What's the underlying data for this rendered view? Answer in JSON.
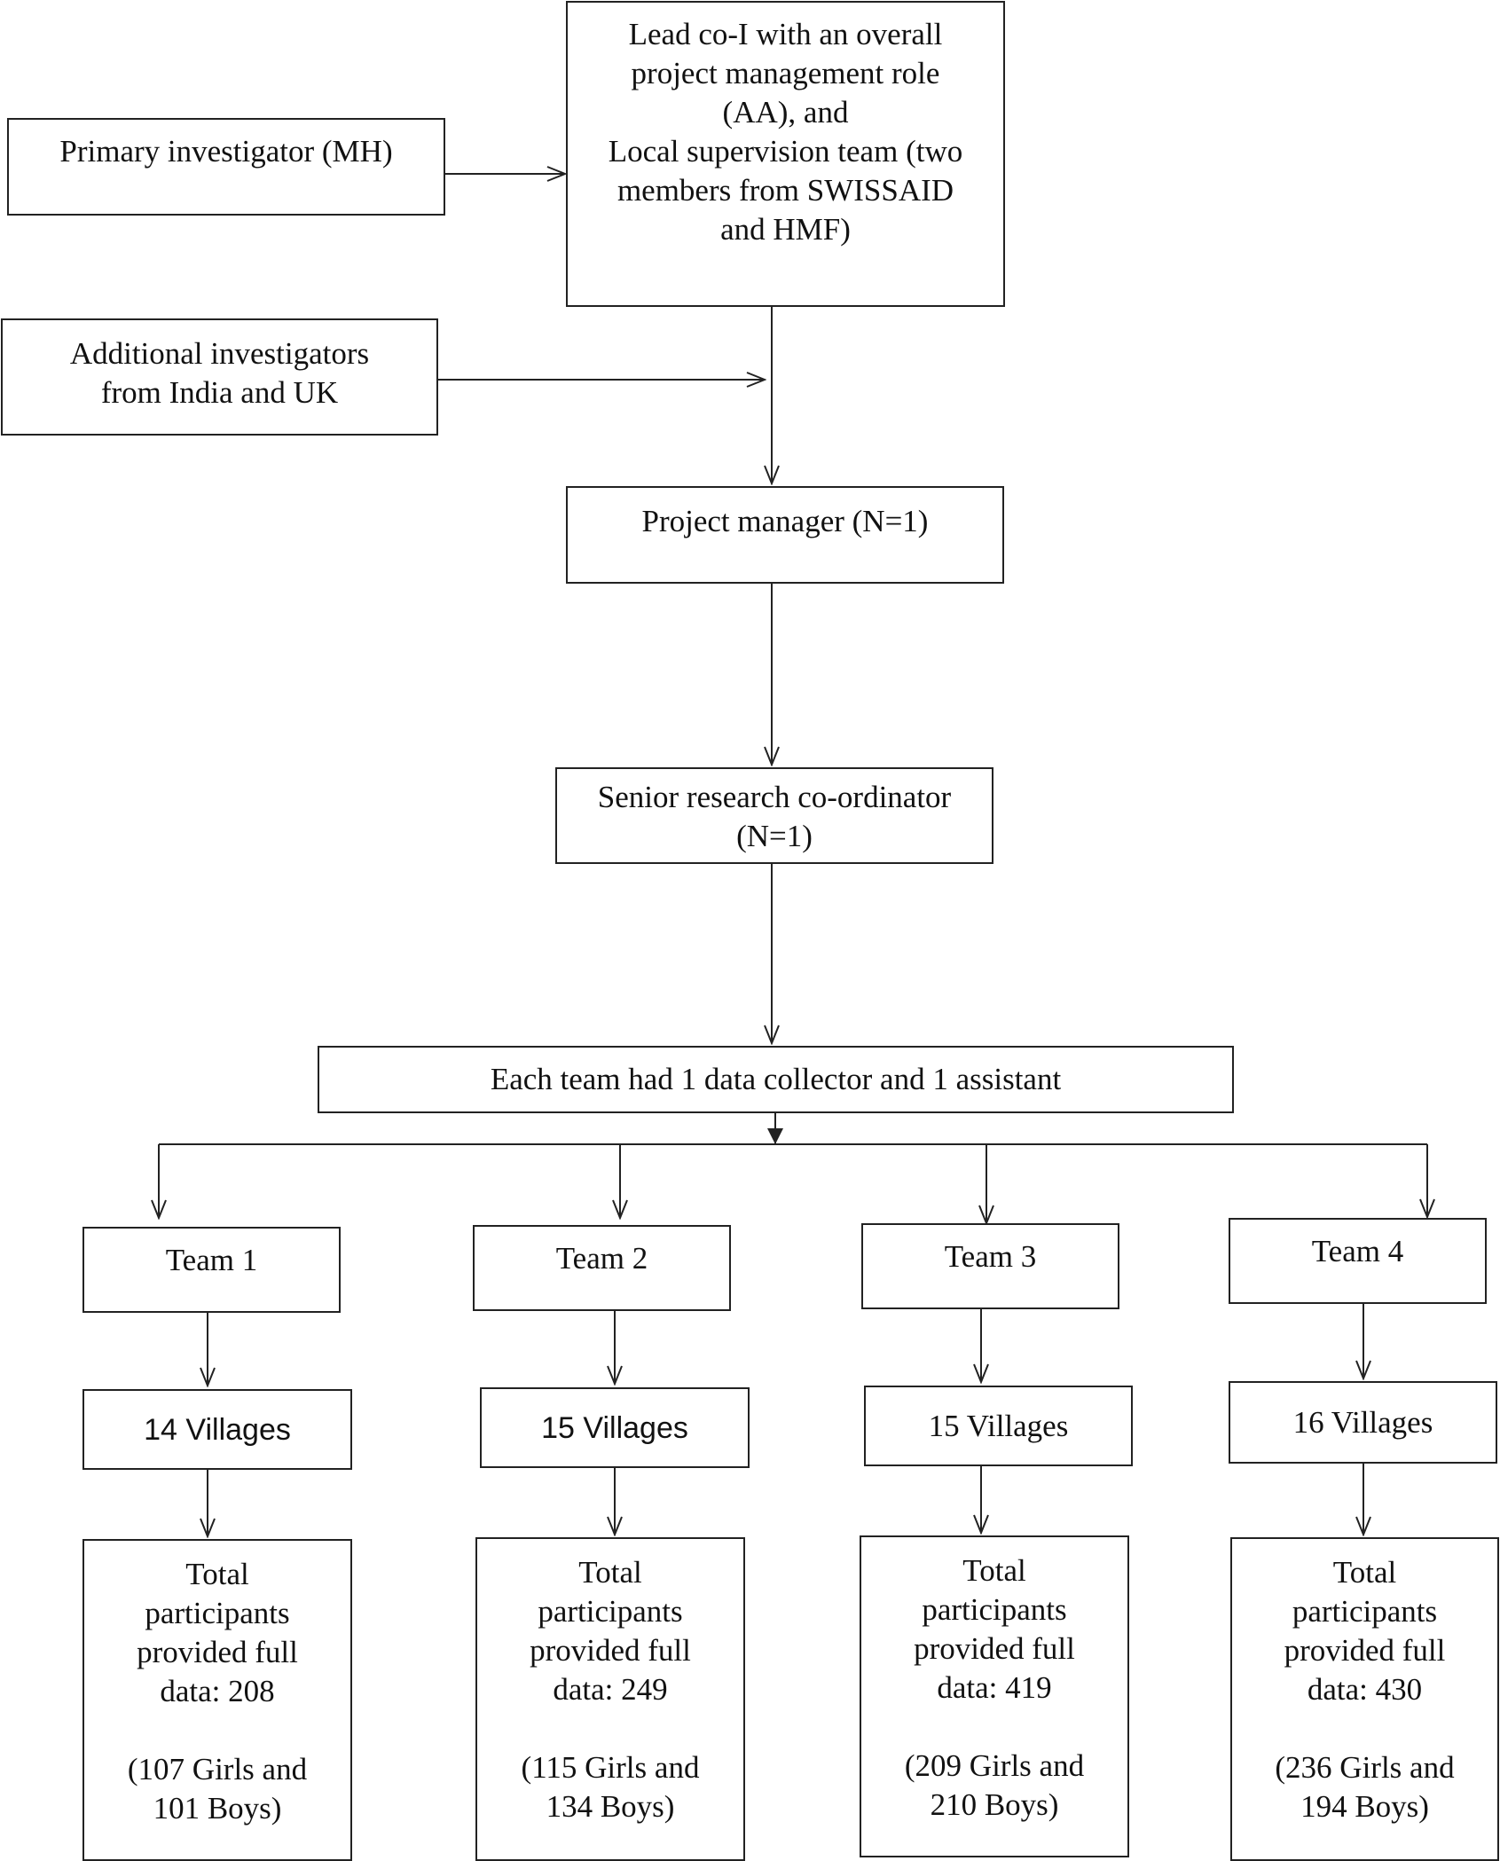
{
  "lead": {
    "lines": [
      "Lead co-I with an overall",
      "project management role",
      "(AA), and",
      "Local supervision team (two",
      "members from SWISSAID",
      "and HMF)"
    ]
  },
  "primary_investigator": "Primary investigator (MH)",
  "additional_investigators": {
    "lines": [
      "Additional investigators",
      "from India and UK"
    ]
  },
  "project_manager": "Project manager (N=1)",
  "senior_coordinator": {
    "lines": [
      "Senior research co-ordinator",
      "(N=1)"
    ]
  },
  "each_team": "Each team had 1 data collector and 1 assistant",
  "teams": [
    {
      "name": "Team 1",
      "villages": "14 Villages",
      "participants": [
        "Total",
        "participants",
        "provided full",
        "data: 208"
      ],
      "breakdown": [
        "(107 Girls and",
        "101 Boys)"
      ]
    },
    {
      "name": "Team 2",
      "villages": "15 Villages",
      "participants": [
        "Total",
        "participants",
        "provided full",
        "data: 249"
      ],
      "breakdown": [
        "(115 Girls and",
        "134 Boys)"
      ]
    },
    {
      "name": "Team 3",
      "villages": "15 Villages",
      "participants": [
        "Total",
        "participants",
        "provided full",
        "data: 419"
      ],
      "breakdown": [
        "(209 Girls and",
        "210 Boys)"
      ]
    },
    {
      "name": "Team 4",
      "villages": "16 Villages",
      "participants": [
        "Total",
        "participants",
        "provided full",
        "data: 430"
      ],
      "breakdown": [
        "(236 Girls and",
        "194 Boys)"
      ]
    }
  ]
}
